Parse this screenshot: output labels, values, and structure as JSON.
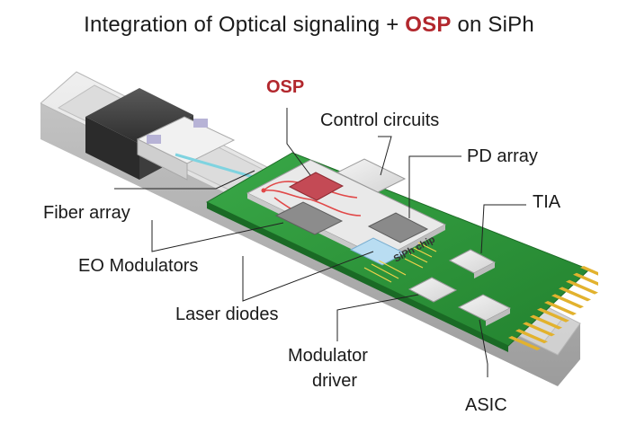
{
  "title": {
    "prefix": "Integration of Optical signaling + ",
    "accent": "OSP",
    "suffix": " on SiPh"
  },
  "colors": {
    "accent": "#b2272d",
    "pcb": "#2e9a3c",
    "chip": "#8a8a8a",
    "pad": "#e2b22e",
    "housing": "#d9d9d9"
  },
  "labels": {
    "osp": "OSP",
    "control_circuits": "Control circuits",
    "pd_array": "PD array",
    "fiber_array": "Fiber array",
    "tia": "TIA",
    "eo_modulators": "EO Modulators",
    "laser_diodes": "Laser diodes",
    "modulator_driver_1": "Modulator",
    "modulator_driver_2": "driver",
    "asic": "ASIC",
    "siph_chip": "SiPh chip"
  }
}
